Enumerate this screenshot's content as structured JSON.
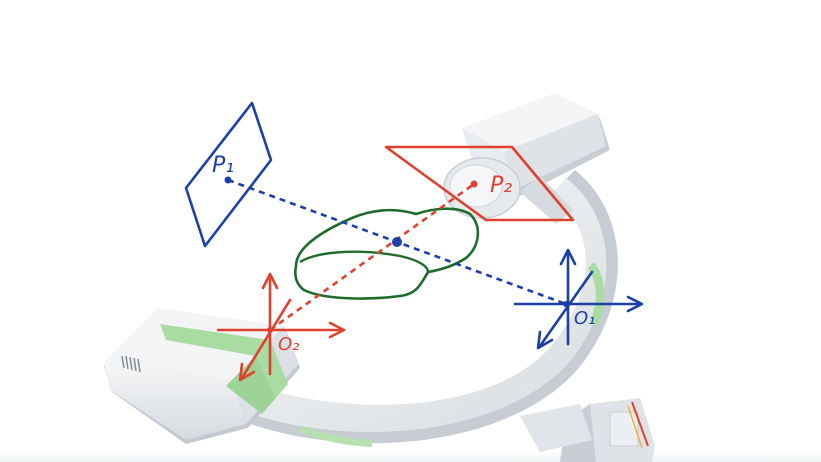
{
  "diagram": {
    "labels": {
      "p1": "P₁",
      "p2": "P₂",
      "o1": "O₁",
      "o2": "O₂"
    },
    "colors": {
      "blue": "#1c3fa8",
      "red": "#e0412f",
      "green": "#1f6b2c",
      "device_body": "#e9ecef",
      "device_shadow": "#c9ced4",
      "device_accent": "#a9dba3"
    },
    "elements": [
      "c-arm-device",
      "detector-plane-p1",
      "detector-plane-p2",
      "source-o1",
      "source-o2",
      "projection-ray-o1-p1",
      "projection-ray-o2-p2",
      "object-volume",
      "intersection-point"
    ]
  }
}
